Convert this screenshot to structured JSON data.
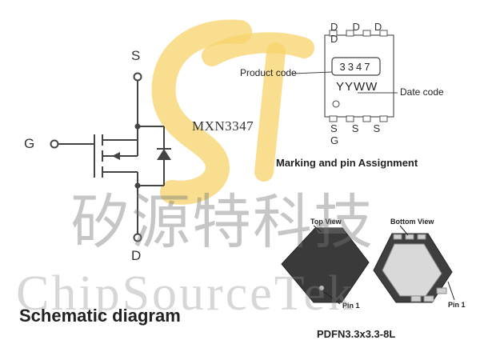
{
  "schematic": {
    "source_label": "S",
    "gate_label": "G",
    "drain_label": "D",
    "part_number": "MXN3347",
    "caption": "Schematic diagram"
  },
  "marking": {
    "top_pins": [
      "D",
      "D",
      "D",
      "D"
    ],
    "bottom_pins": [
      "S",
      "S",
      "S",
      "G"
    ],
    "product_code_value": "3347",
    "product_code_label": "Product code",
    "date_code_value": "YYWW",
    "date_code_label": "Date code",
    "caption": "Marking and pin Assignment"
  },
  "package": {
    "top_view_label": "Top View",
    "bottom_view_label": "Bottom View",
    "pin1_label_top": "Pin 1",
    "pin1_label_bottom": "Pin 1",
    "name": "PDFN3.3x3.3-8L"
  },
  "watermark": {
    "chinese": "矽源特科技",
    "english": "ChipSourceTek"
  },
  "colors": {
    "logo_yellow": "#f7d36a",
    "line": "#444444",
    "package_body": "#3a3a3a"
  }
}
